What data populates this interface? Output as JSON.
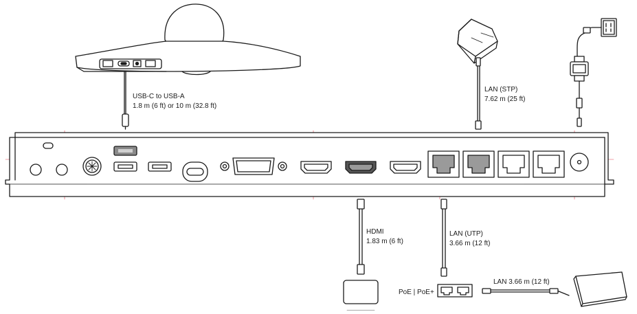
{
  "labels": {
    "usb_cable_line1": "USB-C to USB-A",
    "usb_cable_line2": "1.8 m (6 ft) or 10 m (32.8 ft)",
    "lan_stp_line1": "LAN (STP)",
    "lan_stp_line2": "7.62 m (25 ft)",
    "hdmi_line1": "HDMI",
    "hdmi_line2": "1.83 m (6 ft)",
    "lan_utp_line1": "LAN (UTP)",
    "lan_utp_line2": "3.66 m (12 ft)",
    "poe": "PoE | PoE+",
    "lan_tablet": "LAN 3.66 m (12 ft)"
  },
  "icons": [
    "camera-bar-icon",
    "microphone-pod-icon",
    "power-adapter-icon",
    "wall-outlet-icon",
    "display-icon",
    "poe-injector-icon",
    "touch-tablet-icon"
  ],
  "colors": {
    "line": "#1a1a1a",
    "port_fill_dark": "#555555",
    "port_fill_light": "#9a9a9a",
    "guide": "#e04050"
  }
}
